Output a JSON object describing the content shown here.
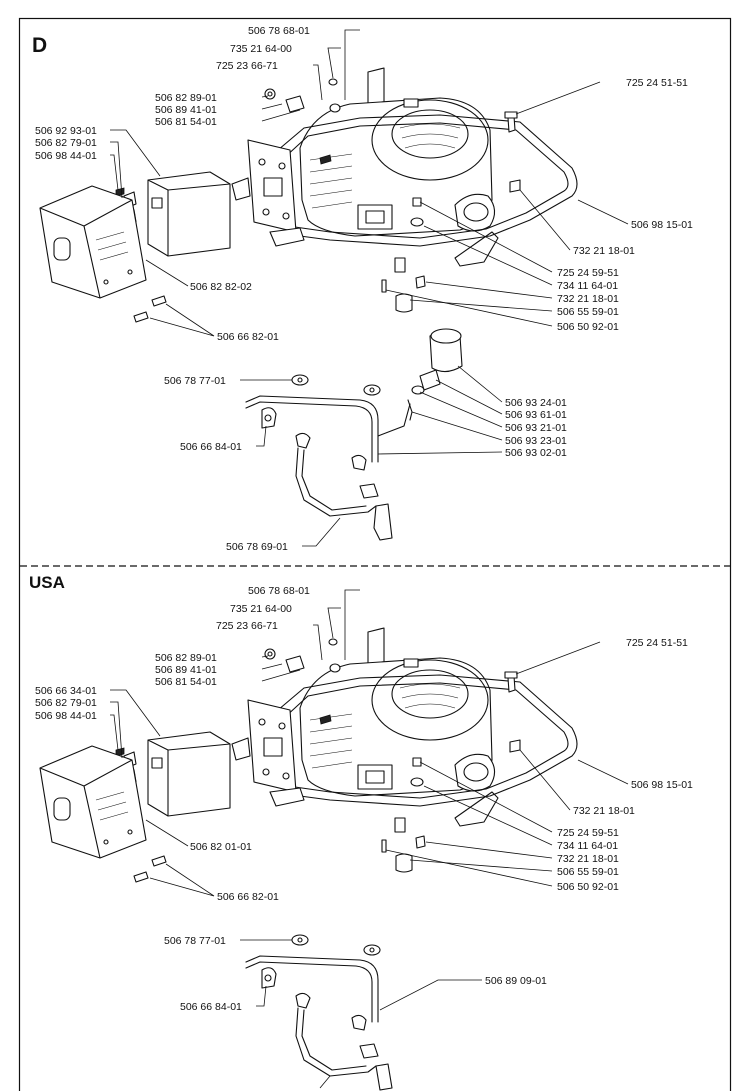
{
  "sections": [
    {
      "label": "D",
      "callouts": [
        "506 78 68-01",
        "735 21 64-00",
        "725 23 66-71",
        "725 24 51-51",
        "506 82 89-01",
        "506 89 41-01",
        "506 81 54-01",
        "506 92 93-01",
        "506 82 79-01",
        "506 98 44-01",
        "506 98 15-01",
        "732 21 18-01",
        "725 24 59-51",
        "734 11 64-01",
        "732 21 18-01",
        "506 55 59-01",
        "506 50 92-01",
        "506 82 82-02",
        "506 66 82-01",
        "506 78 77-01",
        "506 93 24-01",
        "506 93 61-01",
        "506 93 21-01",
        "506 93 23-01",
        "506 93 02-01",
        "506 66 84-01",
        "506 78 69-01"
      ]
    },
    {
      "label": "USA",
      "callouts": [
        "506 78 68-01",
        "735 21 64-00",
        "725 23 66-71",
        "725 24 51-51",
        "506 82 89-01",
        "506 89 41-01",
        "506 81 54-01",
        "506 66 34-01",
        "506 82 79-01",
        "506 98 44-01",
        "506 98 15-01",
        "732 21 18-01",
        "725 24 59-51",
        "734 11 64-01",
        "732 21 18-01",
        "506 55 59-01",
        "506 50 92-01",
        "506 82 01-01",
        "506 66 82-01",
        "506 78 77-01",
        "506 89 09-01",
        "506 66 84-01"
      ]
    }
  ]
}
